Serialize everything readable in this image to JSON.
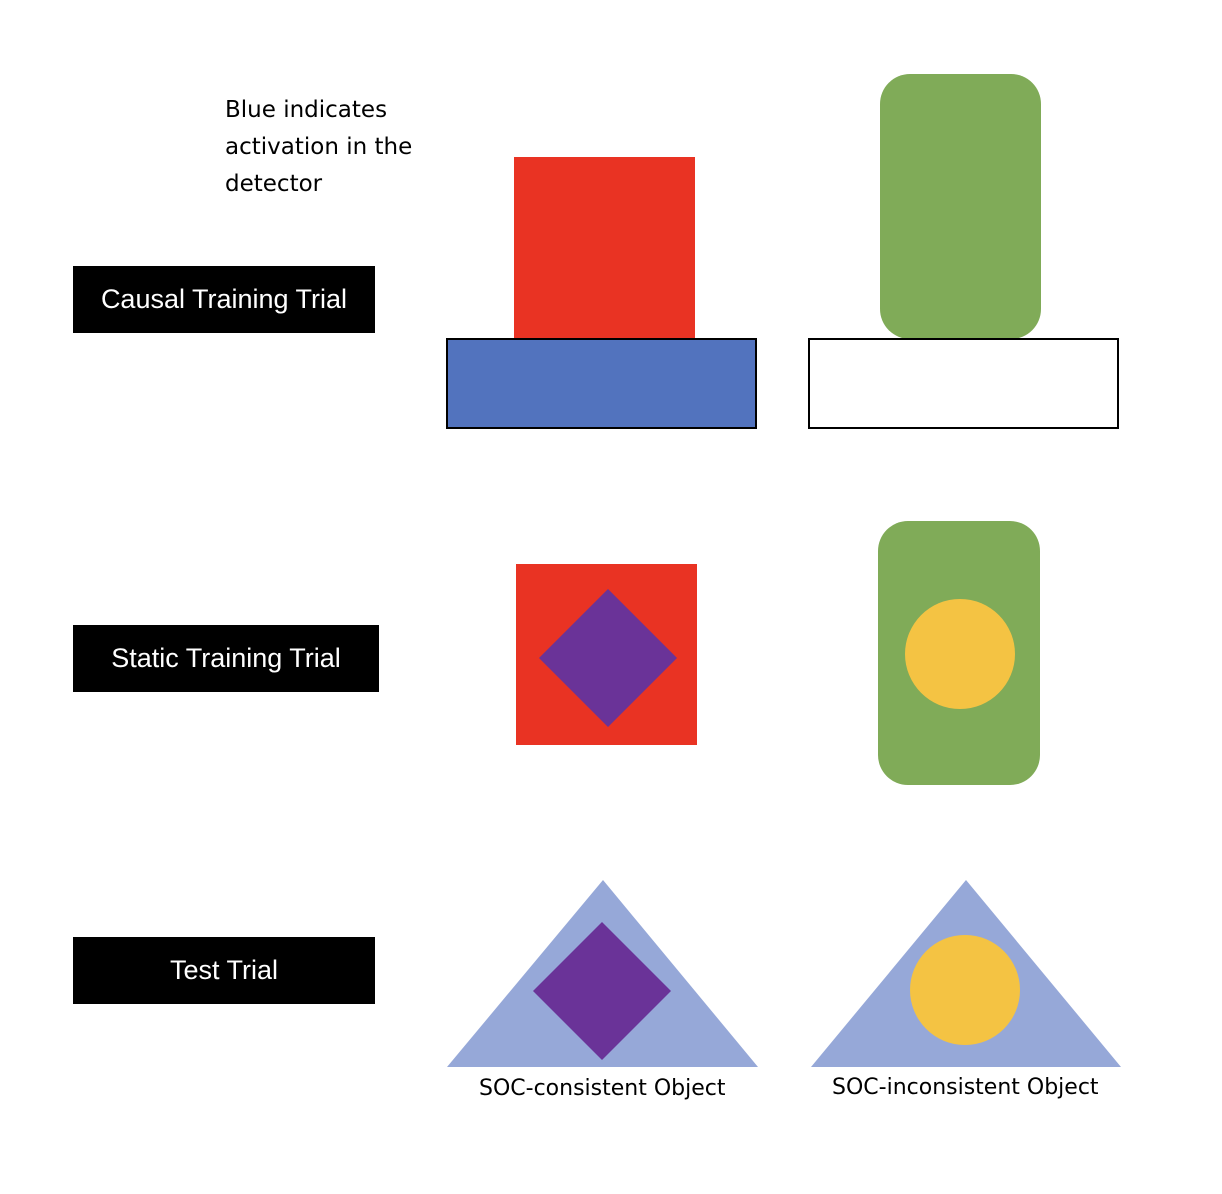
{
  "note": {
    "lines": [
      "Blue indicates",
      "activation in the",
      "detector"
    ]
  },
  "rows": {
    "causal": "Causal Training Trial",
    "static": "Static Training Trial",
    "test": "Test Trial"
  },
  "captions": {
    "consistent": "SOC-consistent Object",
    "inconsistent": "SOC-inconsistent Object"
  },
  "colors": {
    "red": "#e93323",
    "green": "#80ab58",
    "detector_active": "#5273be",
    "detector_inactive": "#ffffff",
    "purple": "#6a3398",
    "yellow": "#f4c343",
    "triangle": "#96a8d8",
    "label_bg": "#000000",
    "label_text": "#ffffff"
  }
}
